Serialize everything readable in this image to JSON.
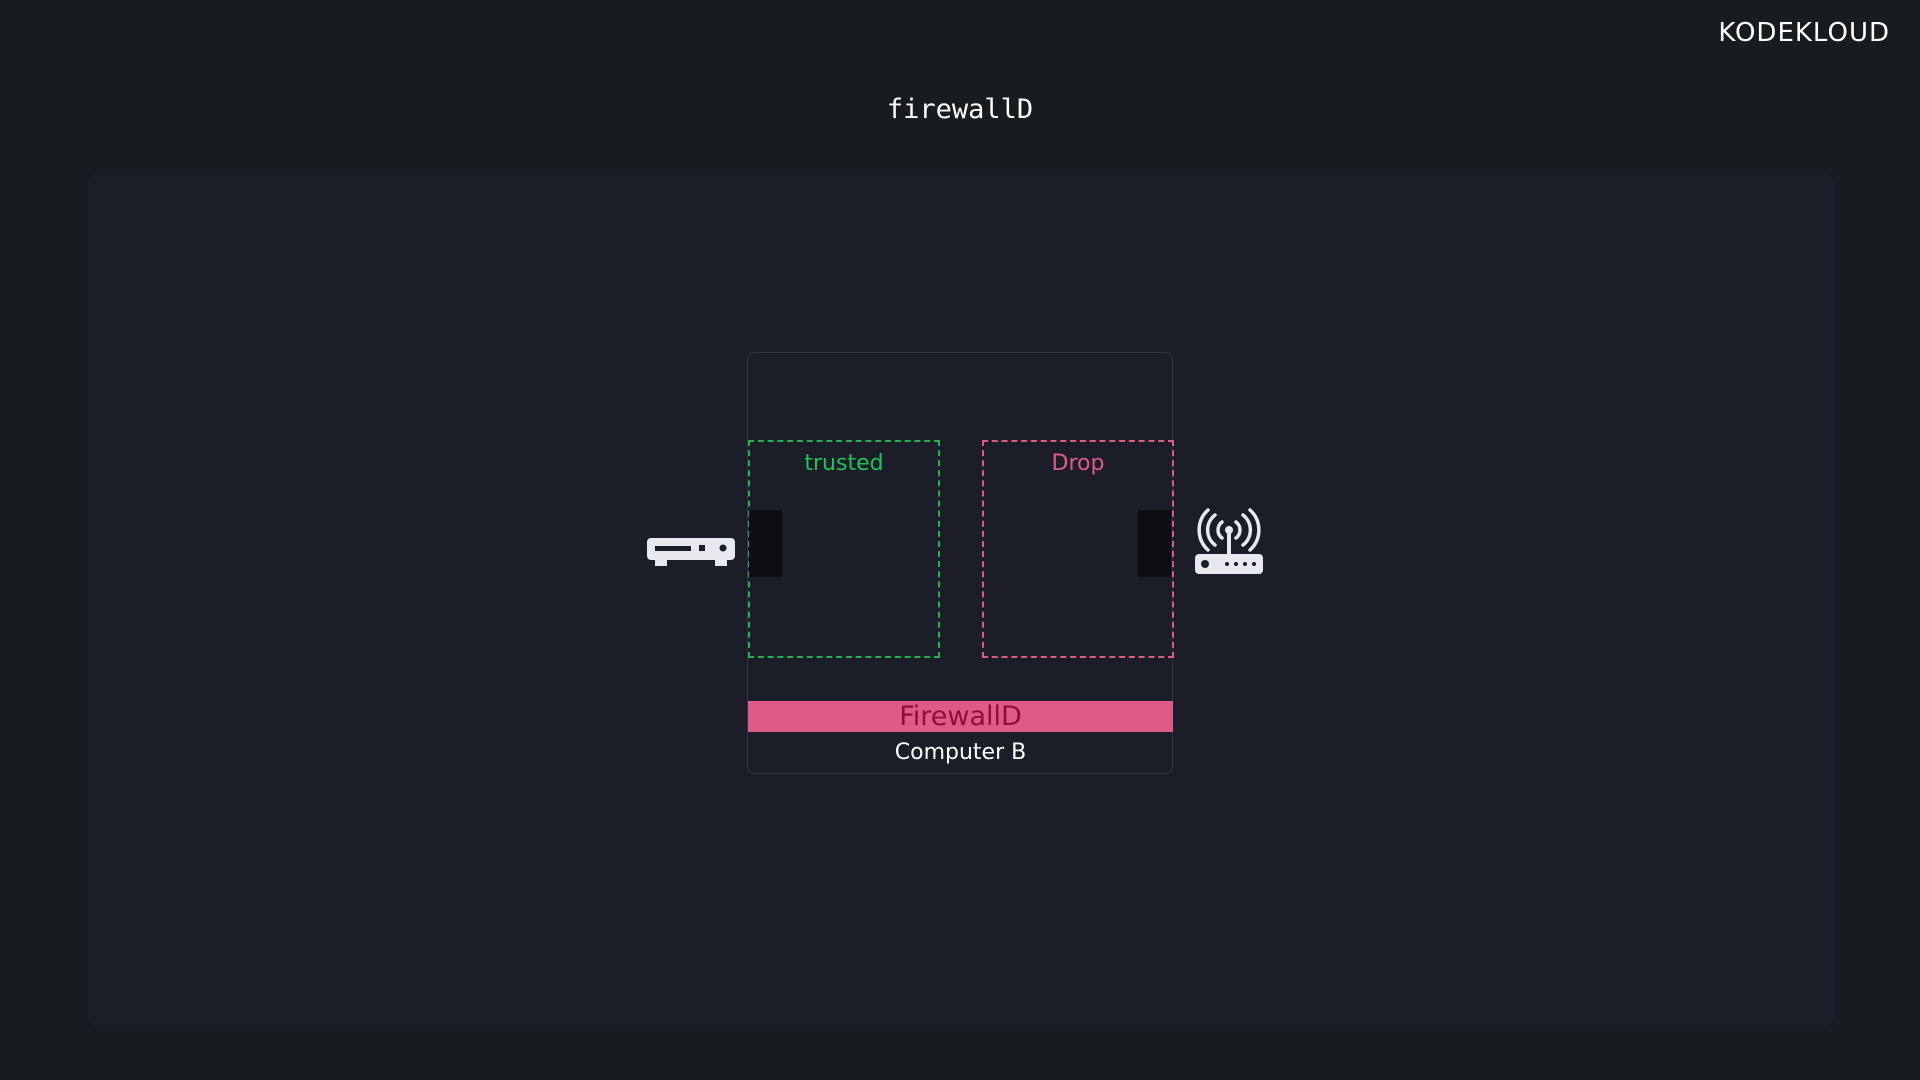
{
  "header": {
    "logo_text": "KODEKLOUD",
    "title": "firewallD"
  },
  "diagram": {
    "computer_label": "Computer B",
    "firewall_label": "FirewallD",
    "zones": [
      {
        "label": "trusted",
        "color": "#22c155"
      },
      {
        "label": "Drop",
        "color": "#e05a86"
      }
    ],
    "left_device_icon": "network-switch-icon",
    "right_device_icon": "wifi-router-icon",
    "colors": {
      "firewall_bar": "#e05a86",
      "firewall_text": "#8f0f3a",
      "trusted": "#22b14c",
      "drop": "#e05a86"
    }
  }
}
